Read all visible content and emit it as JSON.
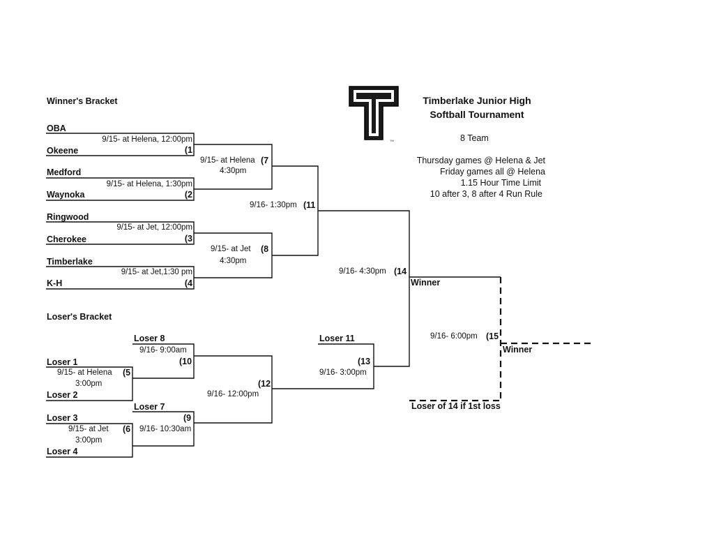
{
  "winners_heading": "Winner's Bracket",
  "losers_heading": "Loser's Bracket",
  "title_line1": "Timberlake Junior High",
  "title_line2": "Softball Tournament",
  "team_count": "8 Team",
  "notes": [
    "Thursday games @ Helena & Jet",
    "Friday games all @ Helena",
    "1.15 Hour Time Limit",
    "10 after 3, 8 after 4 Run Rule"
  ],
  "logo_tm": "TM",
  "teams": {
    "oba": "OBA",
    "okeene": "Okeene",
    "medford": "Medford",
    "waynoka": "Waynoka",
    "ringwood": "Ringwood",
    "cherokee": "Cherokee",
    "timberlake": "Timberlake",
    "kh": "K-H"
  },
  "losers": {
    "loser8": "Loser 8",
    "loser1": "Loser 1",
    "loser2": "Loser 2",
    "loser7": "Loser 7",
    "loser3": "Loser 3",
    "loser4": "Loser 4",
    "loser11": "Loser 11",
    "loser14": "Loser of 14 if 1st loss"
  },
  "winner_label": "Winner",
  "games": {
    "g1": {
      "num": "(1",
      "info": "9/15- at Helena, 12:00pm"
    },
    "g2": {
      "num": "(2",
      "info": "9/15- at Helena, 1:30pm"
    },
    "g3": {
      "num": "(3",
      "info": "9/15-  at Jet, 12:00pm"
    },
    "g4": {
      "num": "(4",
      "info": "9/15-  at Jet,1:30 pm"
    },
    "g5": {
      "num": "(5",
      "info": "9/15- at Helena",
      "time": "3:00pm"
    },
    "g6": {
      "num": "(6",
      "info": "9/15- at Jet",
      "time": "3:00pm"
    },
    "g7": {
      "num": "(7",
      "info": "9/15- at Helena",
      "time": "4:30pm"
    },
    "g8": {
      "num": "(8",
      "info": "9/15- at Jet",
      "time": "4:30pm"
    },
    "g9": {
      "num": "(9",
      "info": "9/16- 10:30am"
    },
    "g10": {
      "num": "(10",
      "info": "9/16- 9:00am"
    },
    "g11": {
      "num": "(11",
      "info": "9/16- 1:30pm"
    },
    "g12": {
      "num": "(12",
      "info": "9/16- 12:00pm"
    },
    "g13": {
      "num": "(13",
      "info": "9/16- 3:00pm"
    },
    "g14": {
      "num": "(14",
      "info": "9/16- 4:30pm"
    },
    "g15": {
      "num": "(15",
      "info": "9/16- 6:00pm"
    }
  }
}
